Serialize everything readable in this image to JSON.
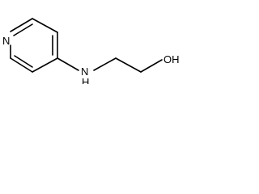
{
  "atoms": {
    "ring_nitrogen": "N",
    "amine_nitrogen": "N",
    "amine_hydrogen": "H",
    "hydroxyl": "OH"
  },
  "colors": {
    "bond": "#000000",
    "label": "#000000",
    "background": "#ffffff"
  }
}
